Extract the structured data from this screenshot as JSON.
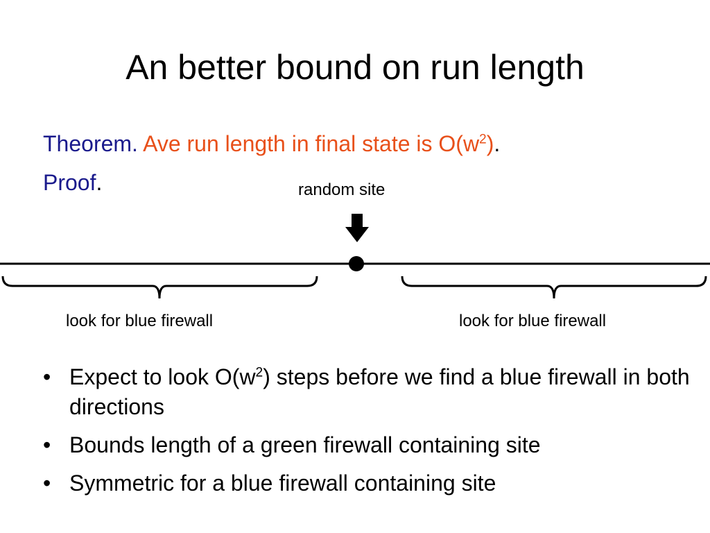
{
  "slide": {
    "title": "An better bound on run length"
  },
  "theorem": {
    "label": "Theorem.",
    "text_before_sup": "Ave run length in final state is O(w",
    "sup": "2",
    "text_after_sup": ")",
    "period": "."
  },
  "proof": {
    "label": "Proof",
    "period": "."
  },
  "diagram": {
    "random_site_label": "random site",
    "left_bracket_label": "look for blue firewall",
    "right_bracket_label": "look for blue firewall"
  },
  "bullets": {
    "b1_before_sup": "Expect to look O(w",
    "b1_sup": "2",
    "b1_after_sup": ") steps before we find a blue firewall in both directions",
    "b2": "Bounds length of a green firewall containing site",
    "b3": "Symmetric for a blue firewall containing site",
    "bullet_glyph": "•"
  },
  "colors": {
    "keyword": "#1a1a8c",
    "highlight": "#e8501a"
  },
  "icons": {
    "arrow": "down-arrow-icon",
    "site_marker": "dot-icon"
  }
}
